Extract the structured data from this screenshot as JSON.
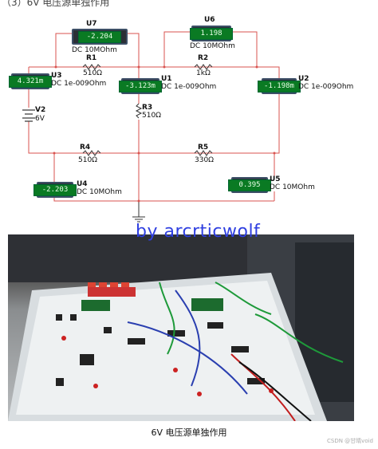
{
  "heading": "（3）6V 电压源单独作用",
  "circuit": {
    "meters": {
      "u7": {
        "ref": "U7",
        "reading": "-2.204",
        "mode": "DC  10MOhm"
      },
      "u6": {
        "ref": "U6",
        "reading": "1.198",
        "mode": "DC  10MOhm"
      },
      "u3": {
        "ref": "U3",
        "reading": "4.321m",
        "mode": "DC  1e-009Ohm"
      },
      "u1": {
        "ref": "U1",
        "reading": "-3.123m",
        "mode": "DC  1e-009Ohm"
      },
      "u2": {
        "ref": "U2",
        "reading": "-1.198m",
        "mode": "DC  1e-009Ohm"
      },
      "u4": {
        "ref": "U4",
        "reading": "-2.203",
        "mode": "DC  10MOhm"
      },
      "u5": {
        "ref": "U5",
        "reading": "0.395",
        "mode": "DC  10MOhm"
      }
    },
    "resistors": {
      "r1": {
        "ref": "R1",
        "value": "510Ω"
      },
      "r2": {
        "ref": "R2",
        "value": "1kΩ"
      },
      "r3": {
        "ref": "R3",
        "value": "510Ω"
      },
      "r4": {
        "ref": "R4",
        "value": "510Ω"
      },
      "r5": {
        "ref": "R5",
        "value": "330Ω"
      }
    },
    "source": {
      "ref": "V2",
      "value": "6V"
    }
  },
  "photo": {
    "watermark": "by arcrticwolf"
  },
  "caption": "6V 电压源单独作用",
  "credit": "CSDN @甘晴void"
}
